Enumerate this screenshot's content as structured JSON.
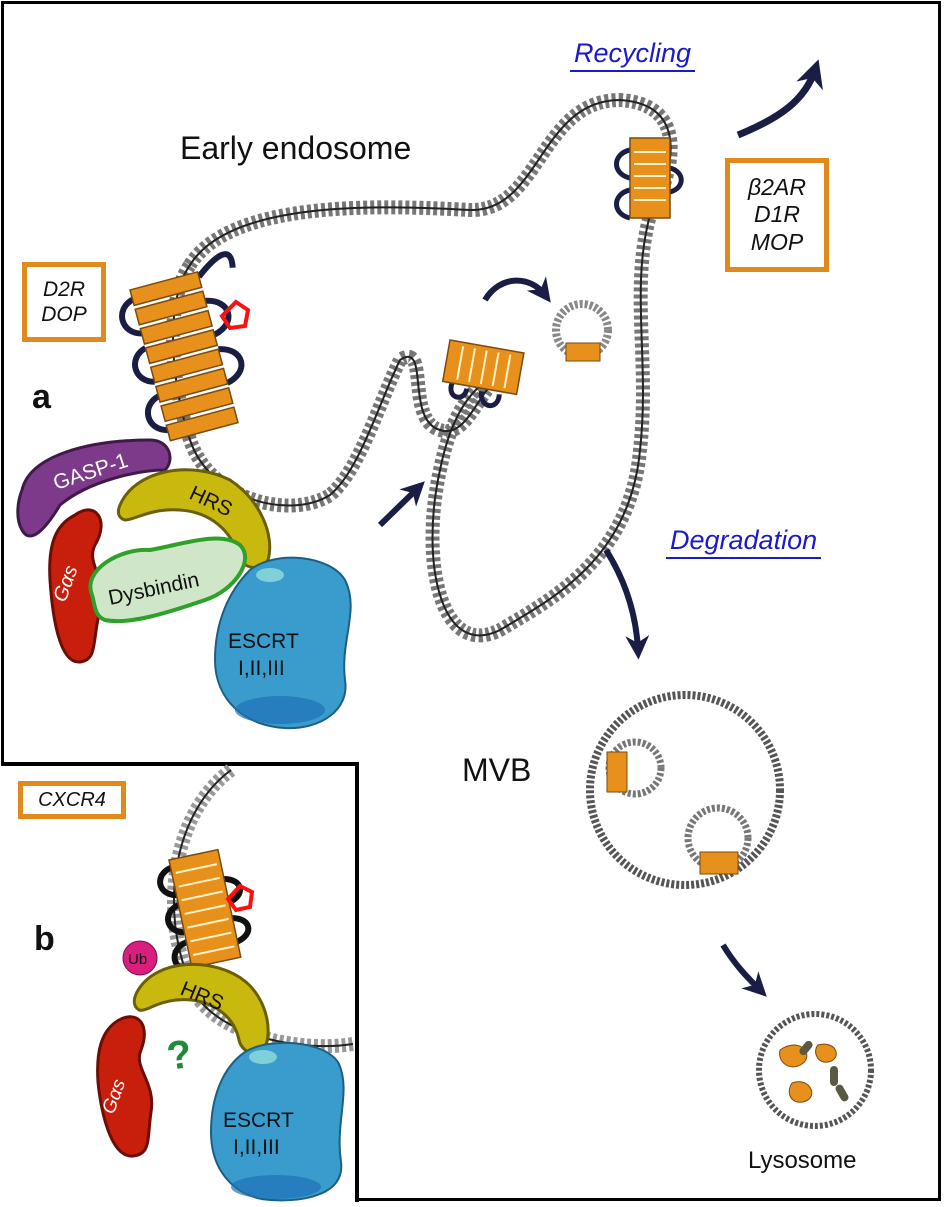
{
  "panel_a": {
    "letter": "a",
    "compartment_title": "Early endosome",
    "receptor_box_degradation": [
      "D2R",
      "DOP"
    ],
    "receptor_box_recycling": [
      "β2AR",
      "D1R",
      "MOP"
    ],
    "proteins": {
      "gasp1": "GASP-1",
      "hrs": "HRS",
      "galphas": "Gαs",
      "dysbindin": "Dysbindin",
      "escrt_line1": "ESCRT",
      "escrt_line2": "I,II,III"
    },
    "pathway_recycling": "Recycling",
    "pathway_degradation": "Degradation",
    "mvb": "MVB",
    "lysosome": "Lysosome"
  },
  "panel_b": {
    "letter": "b",
    "receptor_box": "CXCR4",
    "proteins": {
      "ub": "Ub",
      "hrs": "HRS",
      "galphas": "Gαs",
      "unknown": "?",
      "escrt_line1": "ESCRT",
      "escrt_line2": "I,II,III"
    }
  },
  "colors": {
    "receptor": "#e8901c",
    "ligand": "#ff1010",
    "gasp1": "#7d3a8a",
    "hrs": "#c9b80e",
    "galphas": "#c81e0c",
    "dysbindin": "#cfe6c9",
    "escrt": "#3a9ccc",
    "ub": "#d81e7e",
    "arrow": "#1b1e44",
    "pathway_text": "#1a1ac8",
    "unknown_mark": "#1f8a3a"
  }
}
